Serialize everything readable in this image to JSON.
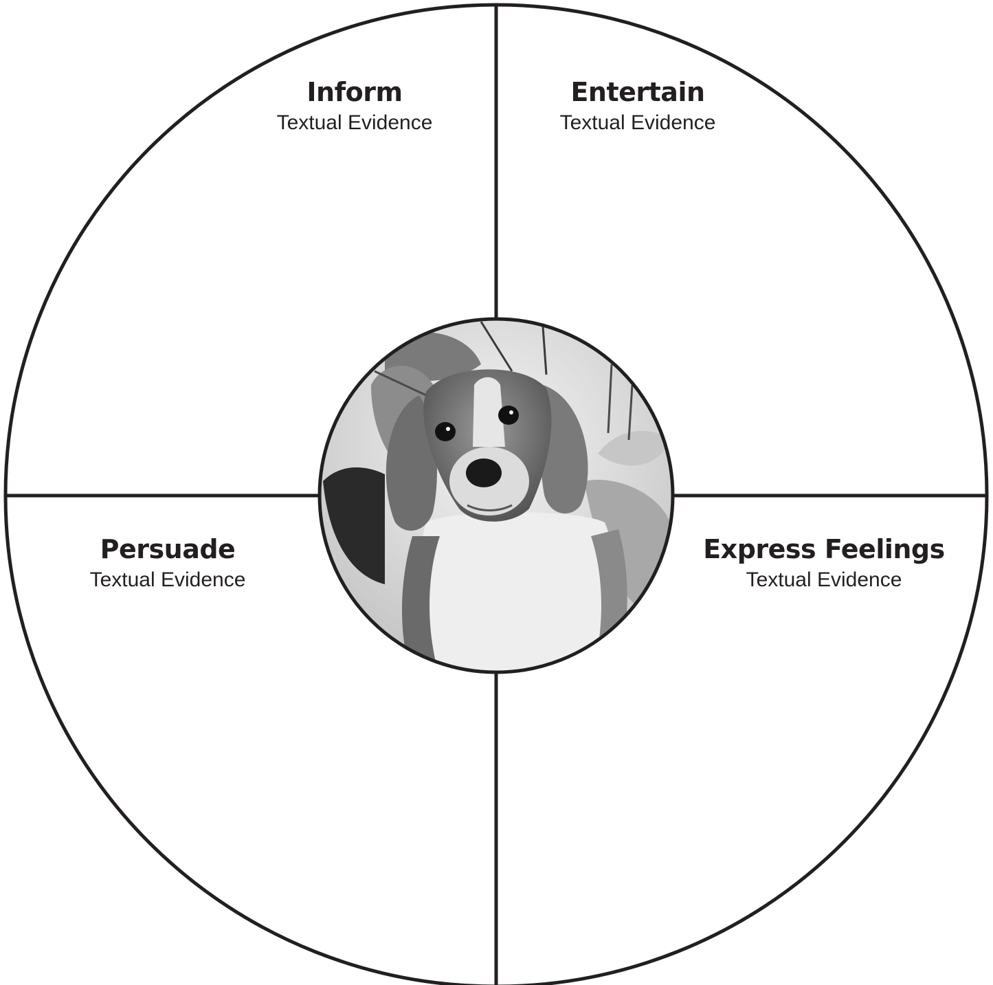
{
  "diagram": {
    "quadrants": [
      {
        "id": "inform",
        "title": "Inform",
        "subtitle": "Textual Evidence"
      },
      {
        "id": "entertain",
        "title": "Entertain",
        "subtitle": "Textual Evidence"
      },
      {
        "id": "persuade",
        "title": "Persuade",
        "subtitle": "Textual Evidence"
      },
      {
        "id": "express-feelings",
        "title": "Express Feelings",
        "subtitle": "Textual Evidence"
      }
    ],
    "center_image": "beagle-dog-photo",
    "colors": {
      "stroke": "#231f20",
      "background": "#ffffff"
    }
  }
}
